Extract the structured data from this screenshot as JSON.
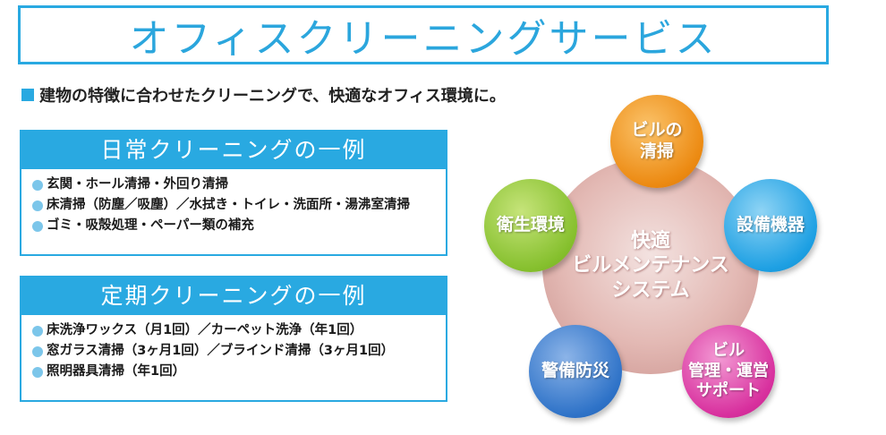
{
  "title": "オフィスクリーニングサービス",
  "subtitle": "建物の特徴に合わせたクリーニングで、快適なオフィス環境に。",
  "daily": {
    "header": "日常クリーニングの一例",
    "items": [
      "玄関・ホール清掃・外回り清掃",
      "床清掃（防塵／吸塵）／水拭き・トイレ・洗面所・湯沸室清掃",
      "ゴミ・吸殻処理・ペーパー類の補充"
    ]
  },
  "periodic": {
    "header": "定期クリーニングの一例",
    "items": [
      "床洗浄ワックス（月1回）／カーペット洗浄（年1回）",
      "窓ガラス清掃（3ヶ月1回）／ブラインド清掃（3ヶ月1回）",
      "照明器具清掃（年1回）"
    ]
  },
  "diagram": {
    "center": "快適\nビルメンテナンス\nシステム",
    "top": "ビルの\n清掃",
    "right": "設備機器",
    "left": "衛生環境",
    "bottom_left": "警備防災",
    "bottom_right": "ビル\n管理・運営\nサポート"
  },
  "colors": {
    "accent": "#29a9e1",
    "orange": "#ec8a12",
    "blue": "#1ea0e3",
    "green": "#86c02e",
    "navy": "#2f73c8",
    "pink": "#d8309e",
    "center": "#e3b9b4"
  }
}
